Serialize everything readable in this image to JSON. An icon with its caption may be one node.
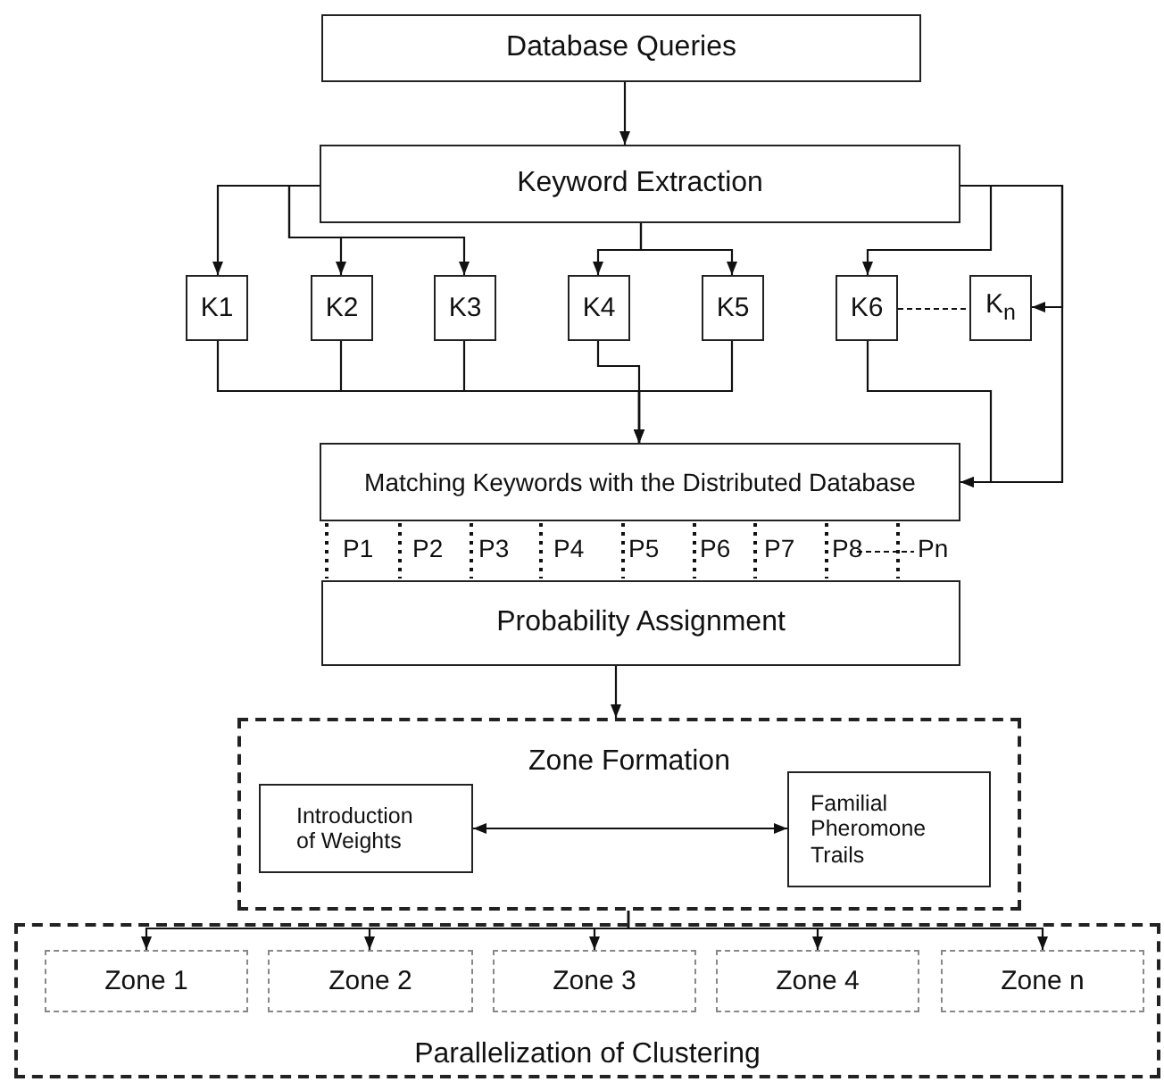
{
  "diagram": {
    "nodes": [
      {
        "text": [
          "Database Queries"
        ]
      },
      {
        "text": [
          "Keyword Extraction"
        ]
      },
      {
        "text": [
          "K1"
        ]
      },
      {
        "text": [
          "K2"
        ]
      },
      {
        "text": [
          "K3"
        ]
      },
      {
        "text": [
          "K4"
        ]
      },
      {
        "text": [
          "K5"
        ]
      },
      {
        "text": [
          "K6"
        ]
      },
      {
        "text": [
          "K$_{n}$"
        ]
      },
      {
        "text": [
          "Matching Keywords with the Distributed Database"
        ]
      },
      {
        "text": [
          "Probability Assignment"
        ]
      },
      {
        "text": [
          "Zone Formation"
        ]
      },
      {
        "text": [
          "Introduction of Weights"
        ],
        "in": 11
      },
      {
        "text": [
          "Familial Pheromone Trails"
        ],
        "in": 11
      },
      {
        "text": [
          "Parallelization of Clustering"
        ]
      },
      {
        "text": [
          "Zone 1"
        ],
        "in": 14
      },
      {
        "text": [
          "Zone 2"
        ],
        "in": 14
      },
      {
        "text": [
          "Zone 3"
        ],
        "in": 14
      },
      {
        "text": [
          "Zone 4"
        ],
        "in": 14
      },
      {
        "text": [
          "Zone n"
        ],
        "in": 14
      }
    ],
    "edges": [
      {
        "from": 0,
        "to": 1,
        "arrow": "to"
      },
      {
        "from": 1,
        "to": 2,
        "arrow": "to"
      },
      {
        "from": 1,
        "to": 3,
        "arrow": "to"
      },
      {
        "from": 1,
        "to": 4,
        "arrow": "to"
      },
      {
        "from": 1,
        "to": 5,
        "arrow": "to"
      },
      {
        "from": 1,
        "to": 6,
        "arrow": "to"
      },
      {
        "from": 1,
        "to": 7,
        "arrow": "to"
      },
      {
        "from": 1,
        "to": 8,
        "arrow": "to"
      },
      {
        "from": 1,
        "to": 9,
        "arrow": "to"
      },
      {
        "from": 2,
        "to": 9,
        "arrow": "to"
      },
      {
        "from": 3,
        "to": 9,
        "arrow": "to"
      },
      {
        "from": 4,
        "to": 9,
        "arrow": "to"
      },
      {
        "from": 5,
        "to": 9,
        "arrow": "to"
      },
      {
        "from": 6,
        "to": 9,
        "arrow": "to"
      },
      {
        "from": 7,
        "to": 9,
        "arrow": "to"
      },
      {
        "from": 7,
        "to": 8,
        "arrow": "none",
        "style": "dashed"
      },
      {
        "from": 10,
        "to": 11,
        "arrow": "to"
      },
      {
        "from": 12,
        "to": 13,
        "arrow": "both"
      },
      {
        "from": 11,
        "to": 15,
        "arrow": "to"
      },
      {
        "from": 11,
        "to": 16,
        "arrow": "to"
      },
      {
        "from": 11,
        "to": 17,
        "arrow": "to"
      },
      {
        "from": 11,
        "to": 18,
        "arrow": "to"
      },
      {
        "from": 11,
        "to": 19,
        "arrow": "to"
      }
    ],
    "labels": [
      "P1",
      "P2",
      "P3",
      "P4",
      "P5",
      "P6",
      "P7",
      "P8",
      "Pn"
    ]
  }
}
